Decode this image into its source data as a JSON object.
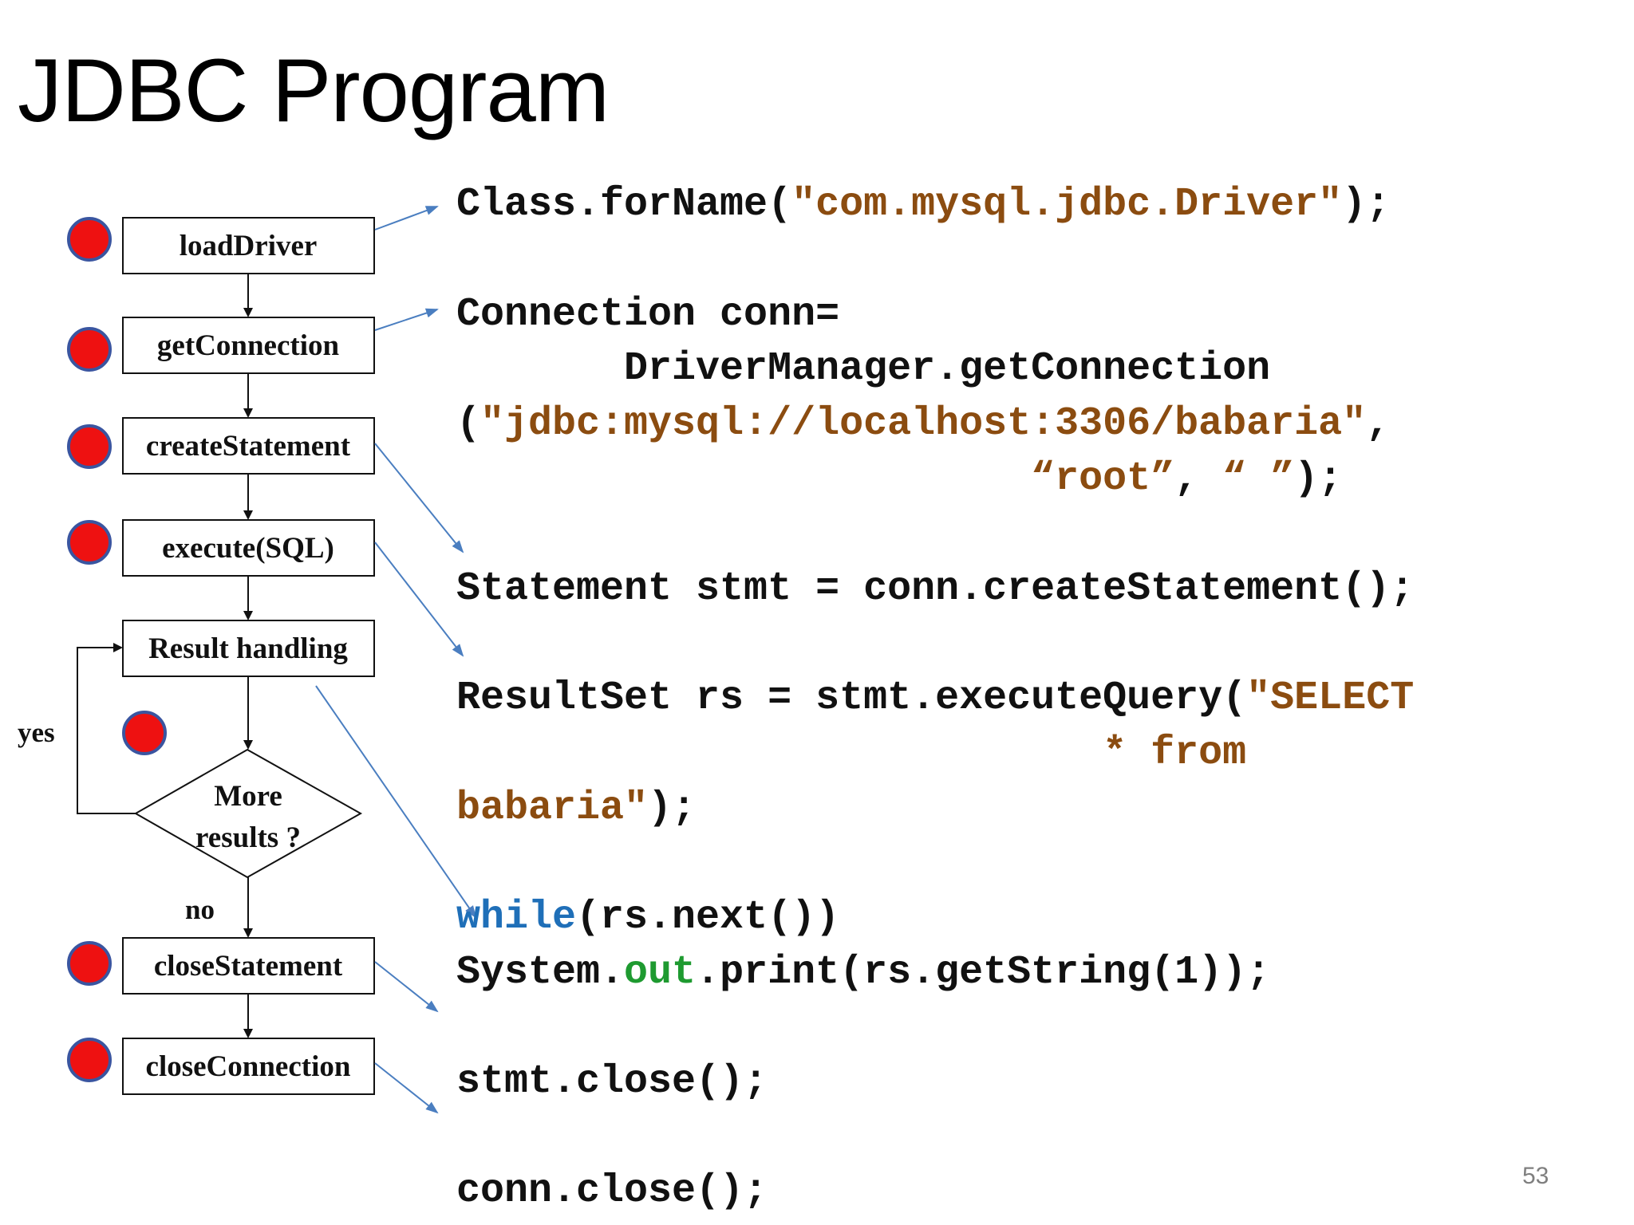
{
  "slide": {
    "title": "JDBC Program",
    "number": "53"
  },
  "flowchart": {
    "steps": [
      "loadDriver",
      "getConnection",
      "createStatement",
      "execute(SQL)",
      "Result handling",
      "closeStatement",
      "closeConnection"
    ],
    "decision": [
      "More",
      "results ?"
    ],
    "yes_label": "yes",
    "no_label": "no"
  },
  "code": {
    "l1": {
      "a": "Class.forName(",
      "b": "\"com.mysql.jdbc.Driver\"",
      "c": ");"
    },
    "l2": "Connection conn=",
    "l3": "       DriverManager.getConnection",
    "l4": {
      "a": "(",
      "b": "\"jdbc:mysql://localhost:3306/babaria\"",
      "c": ","
    },
    "l5": {
      "a": "                        ",
      "b": "“root”",
      "c": ", ",
      "d": "“ ”",
      "e": ");"
    },
    "l6": "Statement stmt = conn.createStatement();",
    "l7": {
      "a": "ResultSet rs = stmt.executeQuery(",
      "b": "\"SELECT"
    },
    "l8": {
      "a": "                           ",
      "b": "* from"
    },
    "l9": {
      "a": "babaria\"",
      "b": ");"
    },
    "l10": {
      "a": "while",
      "b": "(rs.next())"
    },
    "l11": {
      "a": "System.",
      "b": "out",
      "c": ".print(rs.getString(1));"
    },
    "l12": "stmt.close();",
    "l13": "conn.close();"
  },
  "colors": {
    "string": "#8b4c10",
    "keyword": "#1f6fb8",
    "field": "#1e9a30",
    "marker_fill": "#ee1111",
    "marker_stroke": "#3a55a0",
    "arrow": "#4a7ec0"
  }
}
